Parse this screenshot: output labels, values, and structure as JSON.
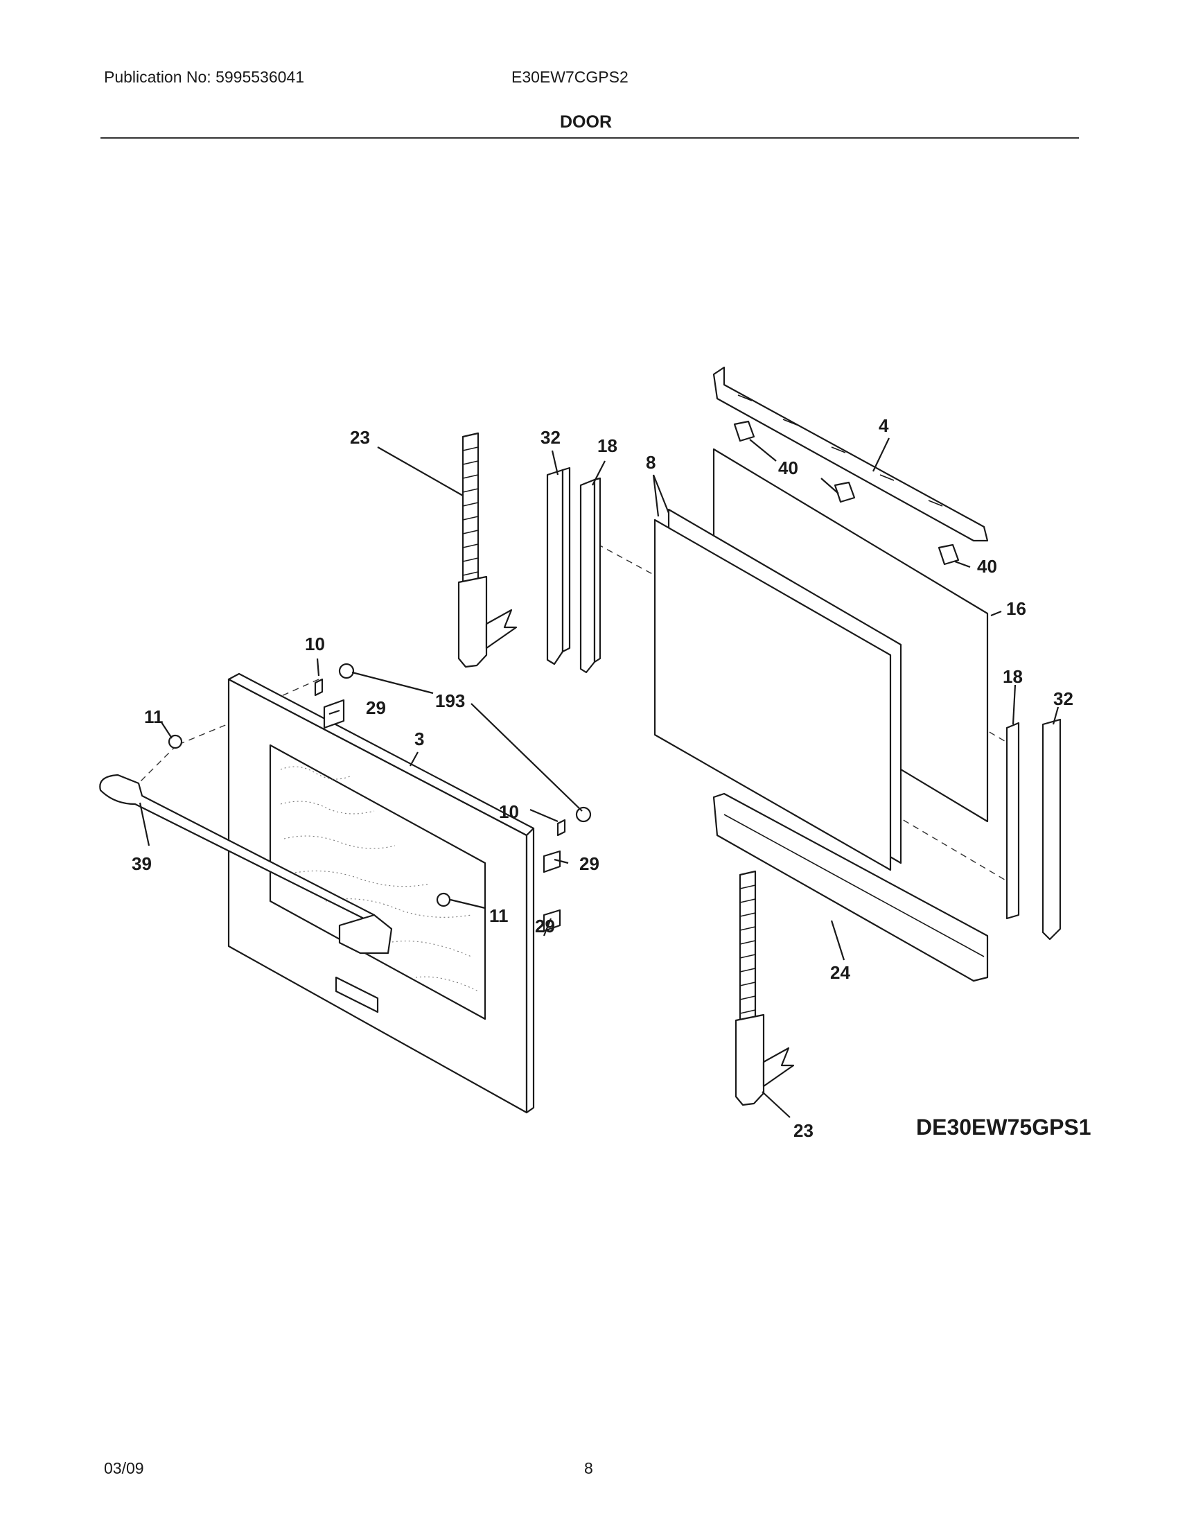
{
  "header": {
    "publication": "Publication No: 5995536041",
    "model": "E30EW7CGPS2",
    "title": "DOOR"
  },
  "diagram": {
    "callouts": {
      "c23_top": "23",
      "c32_top": "32",
      "c18_top": "18",
      "c8": "8",
      "c4": "4",
      "c40_a": "40",
      "c40_b": "40",
      "c16": "16",
      "c10_top": "10",
      "c193": "193",
      "c29_a": "29",
      "c11_left": "11",
      "c3": "3",
      "c18_right": "18",
      "c32_right": "32",
      "c10_mid": "10",
      "c29_b": "29",
      "c39": "39",
      "c11_mid": "11",
      "c29_c": "29",
      "c24": "24",
      "c23_bottom": "23"
    },
    "drawing_code": "DE30EW75GPS1"
  },
  "footer": {
    "date": "03/09",
    "page": "8"
  }
}
